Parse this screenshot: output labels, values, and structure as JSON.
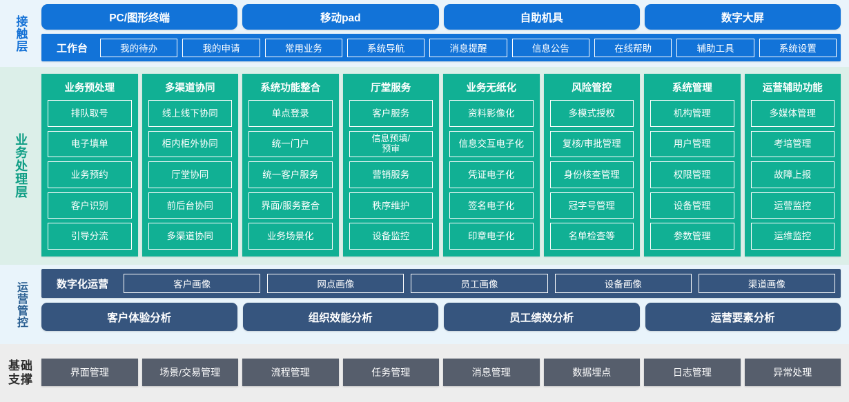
{
  "layers": {
    "contact": {
      "label": "接触层",
      "accent": "#1273d8",
      "channels": [
        "PC/图形终端",
        "移动pad",
        "自助机具",
        "数字大屏"
      ],
      "workbench_title": "工作台",
      "workbench_items": [
        "我的待办",
        "我的申请",
        "常用业务",
        "系统导航",
        "消息提醒",
        "信息公告",
        "在线帮助",
        "辅助工具",
        "系统设置"
      ]
    },
    "business": {
      "label": "业务处理层",
      "accent": "#11b094",
      "columns": [
        {
          "title": "业务预处理",
          "items": [
            "排队取号",
            "电子填单",
            "业务预约",
            "客户识别",
            "引导分流"
          ]
        },
        {
          "title": "多渠道协同",
          "items": [
            "线上线下协同",
            "柜内柜外协同",
            "厅堂协同",
            "前后台协同",
            "多渠道协同"
          ]
        },
        {
          "title": "系统功能整合",
          "items": [
            "单点登录",
            "统一门户",
            "统一客户服务",
            "界面/服务整合",
            "业务场景化"
          ]
        },
        {
          "title": "厅堂服务",
          "items": [
            "客户服务",
            "信息预填/\n预审",
            "营销服务",
            "秩序维护",
            "设备监控"
          ]
        },
        {
          "title": "业务无纸化",
          "items": [
            "资料影像化",
            "信息交互电子化",
            "凭证电子化",
            "签名电子化",
            "印章电子化"
          ]
        },
        {
          "title": "风险管控",
          "items": [
            "多模式授权",
            "复核/审批管理",
            "身份核查管理",
            "冠字号管理",
            "名单检查等"
          ]
        },
        {
          "title": "系统管理",
          "items": [
            "机构管理",
            "用户管理",
            "权限管理",
            "设备管理",
            "参数管理"
          ]
        },
        {
          "title": "运营辅助功能",
          "items": [
            "多媒体管理",
            "考培管理",
            "故障上报",
            "运营监控",
            "运维监控"
          ]
        }
      ]
    },
    "operations": {
      "label": "运营管控",
      "accent": "#36557e",
      "digital_title": "数字化运营",
      "portraits": [
        "客户画像",
        "网点画像",
        "员工画像",
        "设备画像",
        "渠道画像"
      ],
      "analyses": [
        "客户体验分析",
        "组织效能分析",
        "员工绩效分析",
        "运营要素分析"
      ]
    },
    "base": {
      "label": "基础\n支撑",
      "accent": "#565e6c",
      "items": [
        "界面管理",
        "场景/交易管理",
        "流程管理",
        "任务管理",
        "消息管理",
        "数据埋点",
        "日志管理",
        "异常处理"
      ]
    }
  }
}
